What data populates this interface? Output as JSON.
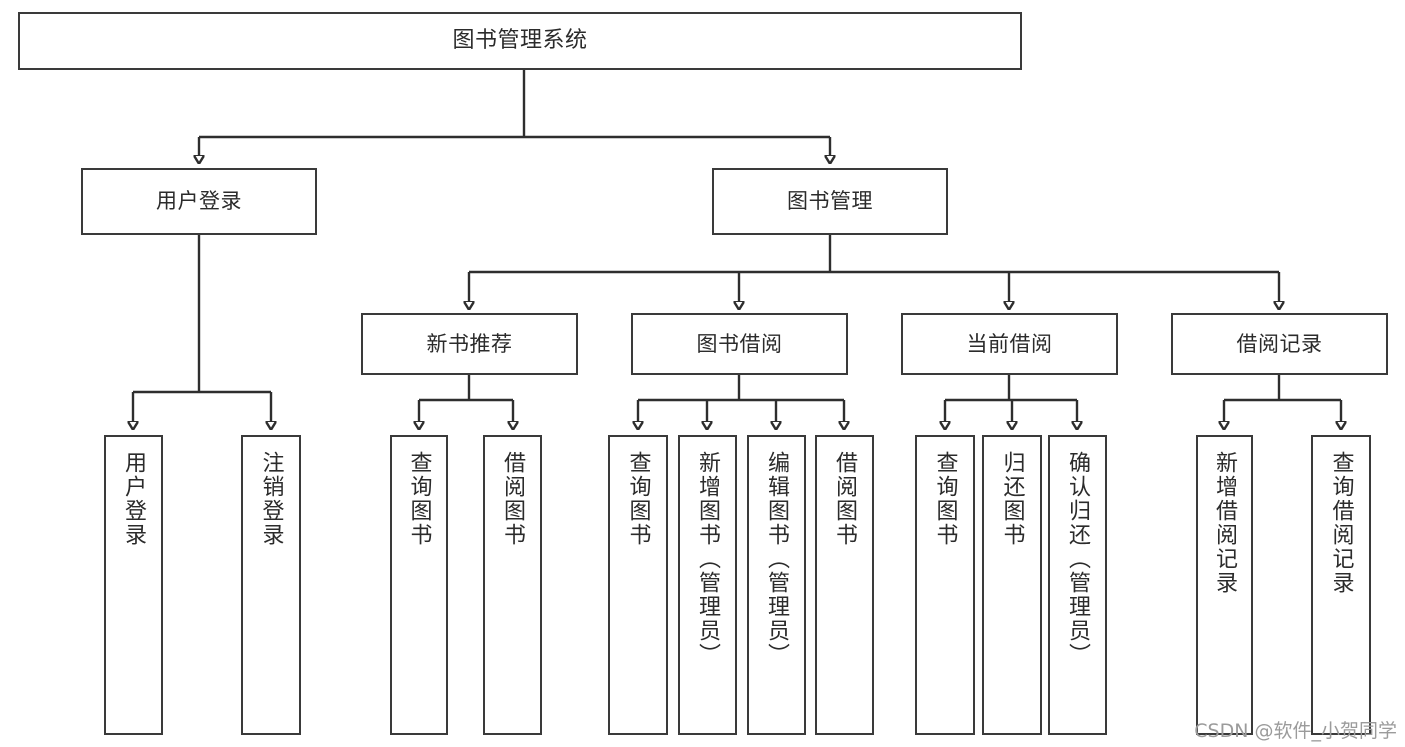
{
  "diagram": {
    "title": "图书管理系统",
    "type": "hierarchy-tree",
    "watermark": "CSDN @软件_小贺同学",
    "colors": {
      "background": "#ffffff",
      "box_border": "#3a3a3a",
      "connector": "#2e2e2e",
      "text": "#2b2b2b",
      "watermark": "#9b9b9b"
    },
    "levels": {
      "root": "图书管理系统",
      "level2": [
        "用户登录",
        "图书管理"
      ],
      "level3": [
        "新书推荐",
        "图书借阅",
        "当前借阅",
        "借阅记录"
      ]
    },
    "nodes": {
      "root": {
        "label": "图书管理系统"
      },
      "user_login": {
        "label": "用户登录"
      },
      "book_manage": {
        "label": "图书管理"
      },
      "new_book_rec": {
        "label": "新书推荐"
      },
      "book_borrow": {
        "label": "图书借阅"
      },
      "current_borrow": {
        "label": "当前借阅"
      },
      "borrow_record": {
        "label": "借阅记录"
      }
    },
    "leaves": {
      "user_login": [
        {
          "label": "用户登录"
        },
        {
          "label": "注销登录"
        }
      ],
      "new_book_rec": [
        {
          "label": "查询图书"
        },
        {
          "label": "借阅图书"
        }
      ],
      "book_borrow": [
        {
          "label": "查询图书"
        },
        {
          "label": "新增图书（管理员）"
        },
        {
          "label": "编辑图书（管理员）"
        },
        {
          "label": "借阅图书"
        }
      ],
      "current_borrow": [
        {
          "label": "查询图书"
        },
        {
          "label": "归还图书"
        },
        {
          "label": "确认归还（管理员）"
        }
      ],
      "borrow_record": [
        {
          "label": "新增借阅记录"
        },
        {
          "label": "查询借阅记录"
        }
      ]
    }
  }
}
